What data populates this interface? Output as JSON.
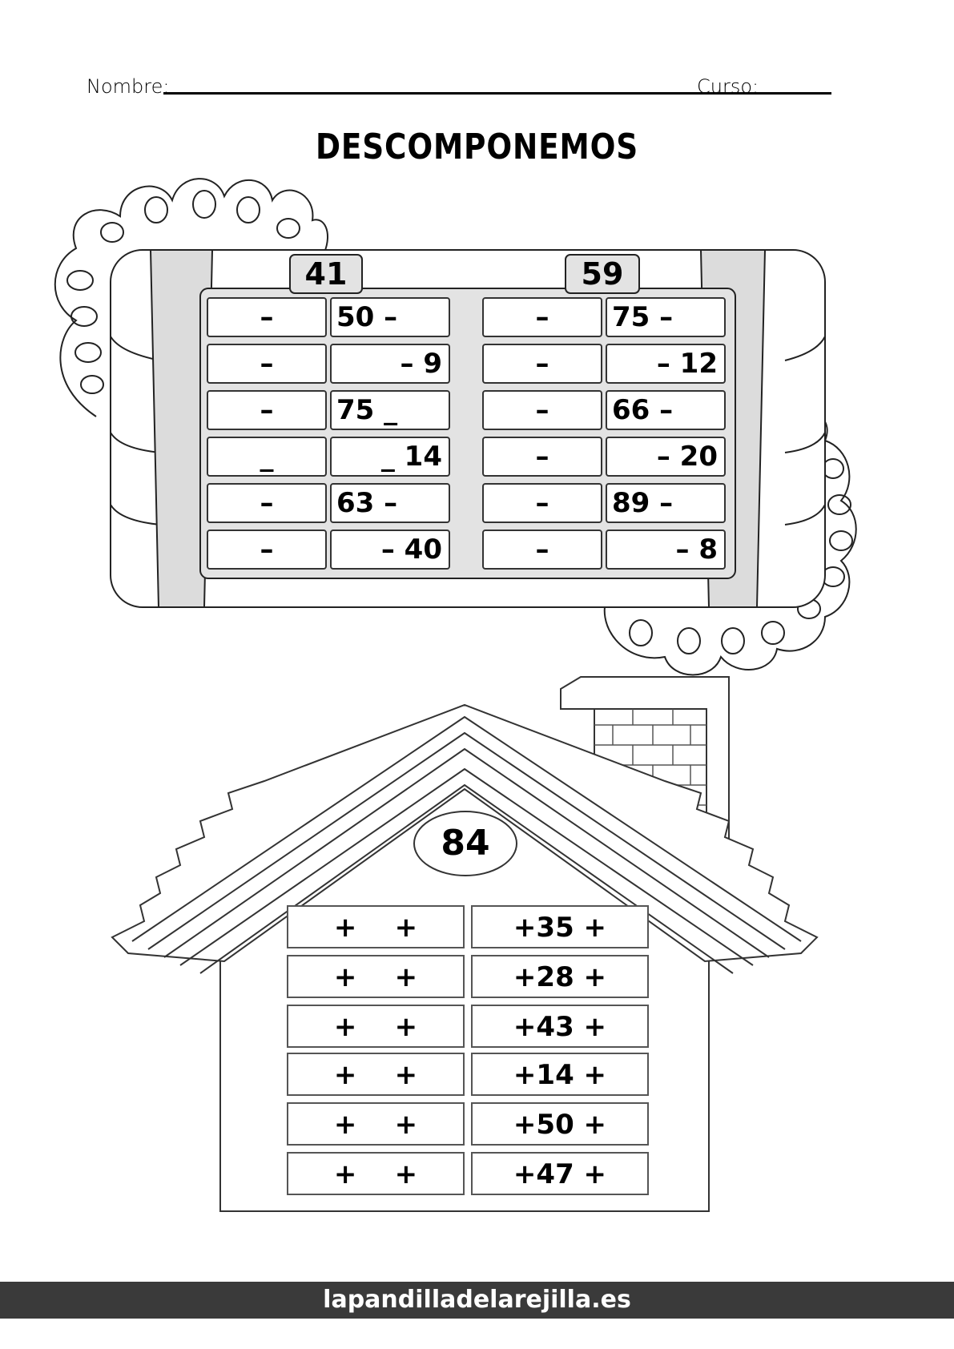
{
  "header": {
    "name_label": "Nombre:",
    "course_label": "Curso:"
  },
  "title": "DESCOMPONEMOS",
  "subtraction": {
    "left_number": "41",
    "right_number": "59",
    "left_rows": [
      {
        "a": "–",
        "b": "50 –"
      },
      {
        "a": "–",
        "b": "– 9"
      },
      {
        "a": "–",
        "b": "75 _"
      },
      {
        "a": "_",
        "b": "_ 14"
      },
      {
        "a": "–",
        "b": "63 –"
      },
      {
        "a": "–",
        "b": "– 40"
      }
    ],
    "right_rows": [
      {
        "a": "–",
        "b": "75 –"
      },
      {
        "a": "–",
        "b": "– 12"
      },
      {
        "a": "–",
        "b": "66 –"
      },
      {
        "a": "–",
        "b": "– 20"
      },
      {
        "a": "–",
        "b": "89 –"
      },
      {
        "a": "–",
        "b": "– 8"
      }
    ]
  },
  "addition": {
    "number": "84",
    "rows": [
      {
        "a": "+    +",
        "b": "+35 +"
      },
      {
        "a": "+    +",
        "b": "+28 +"
      },
      {
        "a": "+    +",
        "b": "+43 +"
      },
      {
        "a": "+    +",
        "b": "+14 +"
      },
      {
        "a": "+    +",
        "b": "+50 +"
      },
      {
        "a": "+    +",
        "b": "+47 +"
      }
    ]
  },
  "footer": "lapandilladelarejilla.es"
}
